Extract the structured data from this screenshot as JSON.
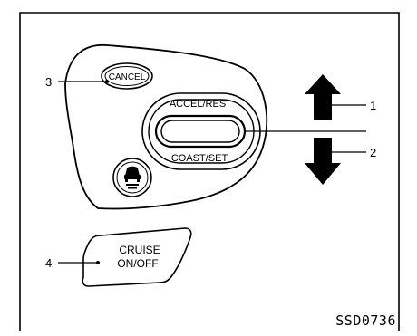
{
  "switch": {
    "cancel": "CANCEL",
    "accel_res": "ACCEL/RES",
    "coast_set": "COAST/SET",
    "cruise_line1": "CRUISE",
    "cruise_line2": "ON/OFF"
  },
  "callouts": {
    "c1": "1",
    "c2": "2",
    "c3": "3",
    "c4": "4"
  },
  "figure_code": "SSD0736",
  "icons": {
    "distance": "vehicle-distance-icon",
    "up": "arrow-up-icon",
    "down": "arrow-down-icon"
  }
}
